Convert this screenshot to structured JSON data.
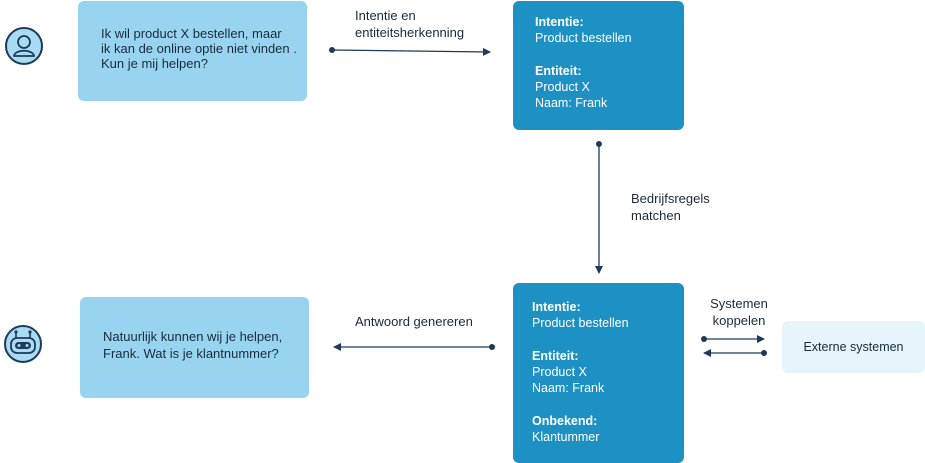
{
  "user_message": {
    "lines": [
      "Ik wil product X bestellen, maar",
      "ik kan de online optie niet vinden .",
      "Kun je mij helpen?"
    ]
  },
  "bot_message": {
    "lines": [
      "Natuurlijk kunnen wij je helpen,",
      "Frank. Wat is je klantnummer?"
    ]
  },
  "edges": {
    "intent_recognition": [
      "Intentie en",
      "entiteitsherkenning"
    ],
    "business_rules": [
      "Bedrijfsregels",
      "matchen"
    ],
    "generate_answer": "Antwoord genereren",
    "connect_systems": [
      "Systemen",
      "koppelen"
    ]
  },
  "box_top": {
    "intent_label": "Intentie:",
    "intent_value": "Product bestellen",
    "entity_label": "Entiteit:",
    "entity_values": [
      "Product X",
      "Naam: Frank"
    ]
  },
  "box_bottom": {
    "intent_label": "Intentie:",
    "intent_value": "Product bestellen",
    "entity_label": "Entiteit:",
    "entity_values": [
      "Product X",
      "Naam: Frank"
    ],
    "unknown_label": "Onbekend:",
    "unknown_value": "Klantummer"
  },
  "external_systems": "Externe systemen",
  "icons": {
    "user": "user-icon",
    "bot": "robot-icon"
  },
  "colors": {
    "light_bubble": "#98d4f0",
    "dark_box": "#1d90c4",
    "external_box": "#e6f4fb",
    "arrow": "#1d3a5a"
  }
}
